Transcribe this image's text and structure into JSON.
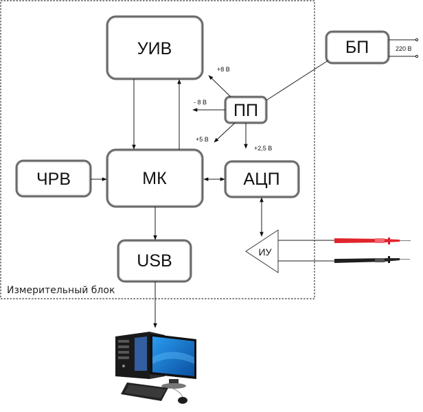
{
  "diagram": {
    "frame_label": "Измерительный блок",
    "blocks": {
      "uiv": "УИВ",
      "chrv": "ЧРВ",
      "mk": "МК",
      "usb": "USB",
      "pp": "ПП",
      "adc": "АЦП",
      "bp": "БП",
      "iu": "ИУ"
    },
    "voltages": {
      "plus8": "+8 В",
      "minus8": "- 8 В",
      "plus5": "+5 В",
      "plus2_5": "+2,5 В",
      "mains": "220 В"
    },
    "icons": {
      "computer": "desktop-computer-icon",
      "probe_red": "red-test-probe-icon",
      "probe_black": "black-test-probe-icon"
    },
    "colors": {
      "probe_red": "#e0242c",
      "probe_black": "#1e1e1e",
      "monitor_screen": "#1f7fd0"
    }
  }
}
